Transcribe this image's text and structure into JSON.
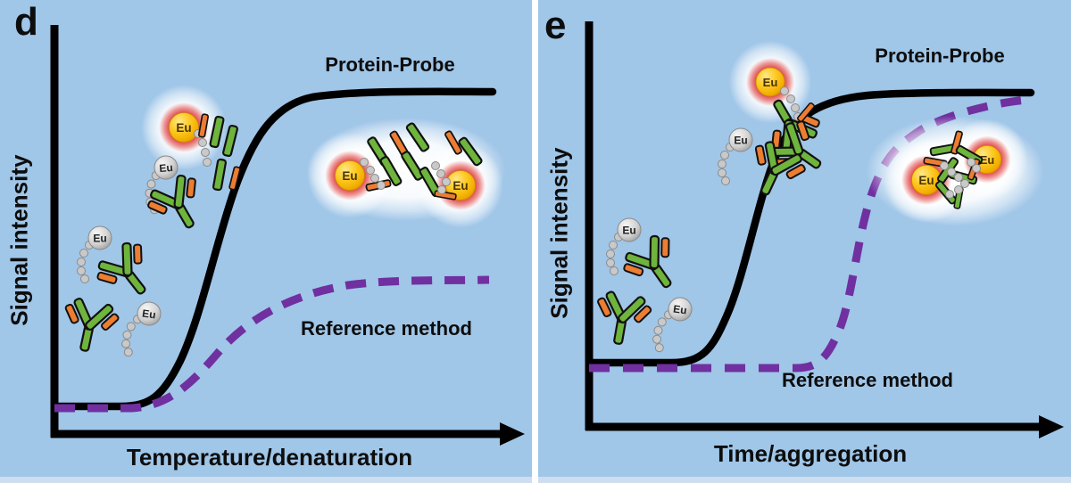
{
  "figure": {
    "eu_label": "Eu",
    "panels": [
      {
        "letter": "d",
        "y_axis_label": "Signal intensity",
        "x_axis_label": "Temperature/denaturation",
        "solid_curve_label": "Protein-Probe",
        "dashed_curve_label": "Reference method"
      },
      {
        "letter": "e",
        "y_axis_label": "Signal intensity",
        "x_axis_label": "Time/aggregation",
        "solid_curve_label": "Protein-Probe",
        "dashed_curve_label": "Reference method"
      }
    ],
    "colors": {
      "background": "#a0c6e8",
      "solid_curve": "#000000",
      "dashed_curve": "#7030a0",
      "antibody_green": "#6eb43d",
      "antibody_orange": "#ed7d31",
      "eu_gold": "#f5b400",
      "eu_glow_red": "#e04040",
      "eu_gray_probe": "#d2d2d2",
      "panel_divider": "#ffffff"
    }
  }
}
